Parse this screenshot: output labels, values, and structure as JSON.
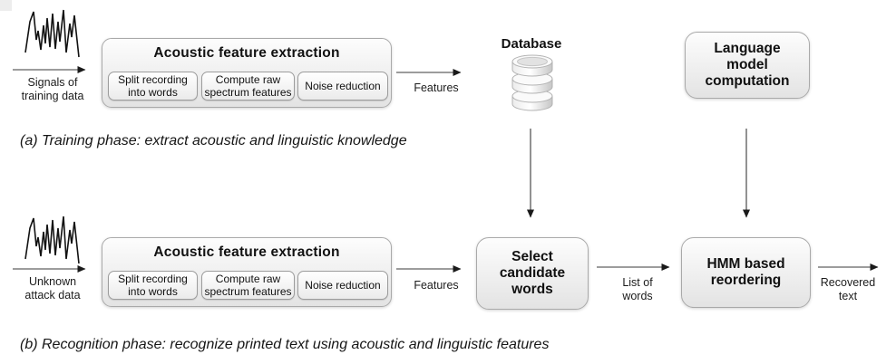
{
  "colors": {
    "box_border": "#a9a9a9",
    "box_fill_top": "#fdfdfd",
    "box_fill_bottom": "#e3e3e3",
    "arrow": "#3a3a3a",
    "text": "#111111"
  },
  "training": {
    "caption": "(a) Training phase: extract acoustic and linguistic knowledge",
    "input_label": "Signals of\ntraining data",
    "afe": {
      "title": "Acoustic feature extraction",
      "steps": [
        "Split recording\ninto words",
        "Compute raw\nspectrum features",
        "Noise reduction"
      ]
    },
    "features_label": "Features",
    "database_label": "Database",
    "language_model_label": "Language\nmodel\ncomputation"
  },
  "recognition": {
    "caption": "(b) Recognition phase: recognize printed text using acoustic and linguistic features",
    "input_label": "Unknown\nattack data",
    "afe": {
      "title": "Acoustic feature extraction",
      "steps": [
        "Split recording\ninto words",
        "Compute raw\nspectrum features",
        "Noise reduction"
      ]
    },
    "features_label": "Features",
    "select_candidate_label": "Select\ncandidate\nwords",
    "list_of_words_label": "List of\nwords",
    "hmm_label": "HMM based\nreordering",
    "recovered_label": "Recovered\ntext"
  }
}
